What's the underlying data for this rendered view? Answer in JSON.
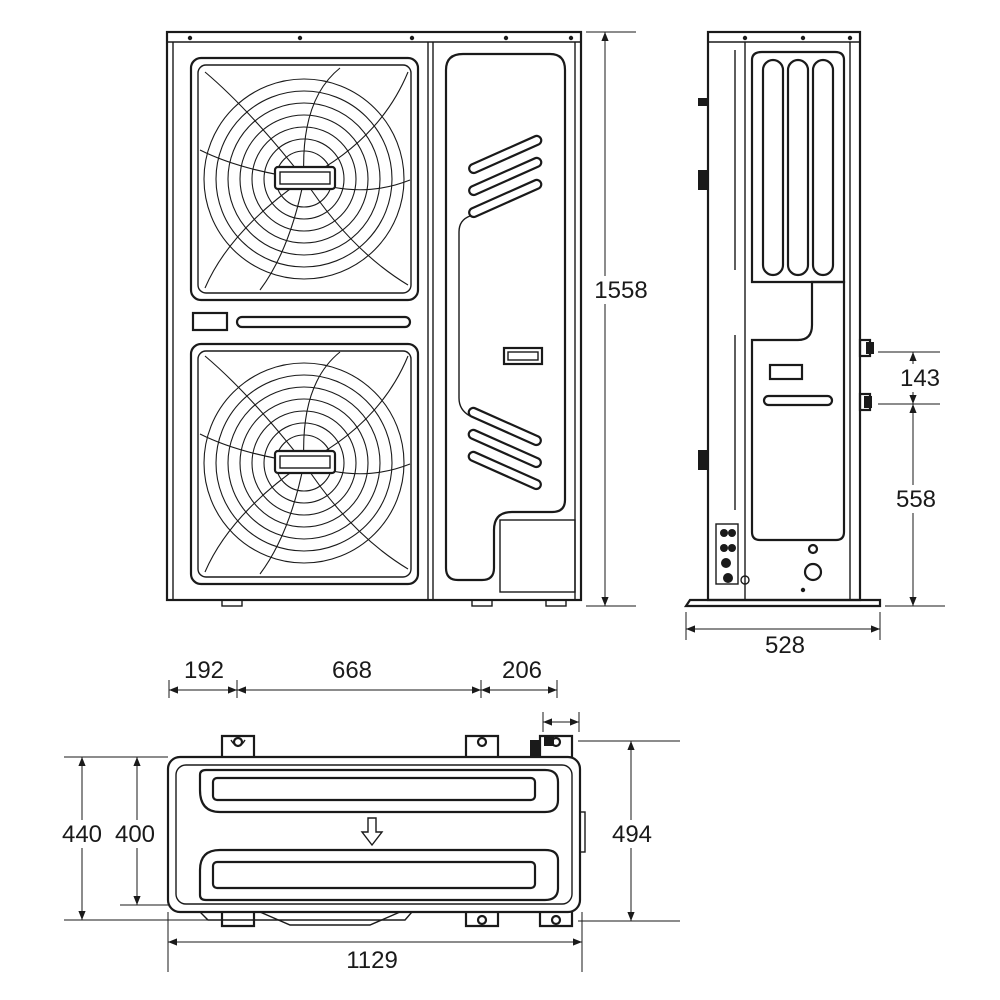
{
  "dimensions": {
    "height_total": "1558",
    "side_upper_offset": "143",
    "side_lower_height": "558",
    "side_depth": "528",
    "top_left_offset": "192",
    "top_foot_spacing": "668",
    "top_right_offset": "206",
    "top_depth_overall": "440",
    "top_depth_body": "400",
    "top_depth_with_feet": "494",
    "top_width": "1129"
  },
  "colors": {
    "line": "#1a1a1a",
    "background": "#ffffff"
  }
}
